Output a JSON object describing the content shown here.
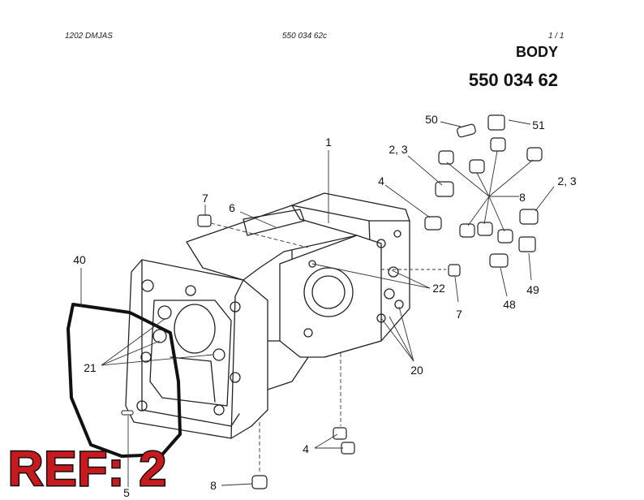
{
  "header": {
    "code": "1202 DMJAS",
    "document": "550 034 62c",
    "page": "1 /   1"
  },
  "title": "BODY",
  "part_number": "550 034 62",
  "ref_stamp": "REF: 2",
  "callouts": [
    {
      "id": "c1",
      "text": "1"
    },
    {
      "id": "c23a",
      "text": "2, 3"
    },
    {
      "id": "c23b",
      "text": "2, 3"
    },
    {
      "id": "c4a",
      "text": "4"
    },
    {
      "id": "c4b",
      "text": "4"
    },
    {
      "id": "c5",
      "text": "5"
    },
    {
      "id": "c6",
      "text": "6"
    },
    {
      "id": "c7a",
      "text": "7"
    },
    {
      "id": "c7b",
      "text": "7"
    },
    {
      "id": "c8a",
      "text": "8"
    },
    {
      "id": "c8b",
      "text": "8"
    },
    {
      "id": "c20",
      "text": "20"
    },
    {
      "id": "c21",
      "text": "21"
    },
    {
      "id": "c22",
      "text": "22"
    },
    {
      "id": "c40",
      "text": "40"
    },
    {
      "id": "c48",
      "text": "48"
    },
    {
      "id": "c49",
      "text": "49"
    },
    {
      "id": "c50",
      "text": "50"
    },
    {
      "id": "c51",
      "text": "51"
    }
  ]
}
